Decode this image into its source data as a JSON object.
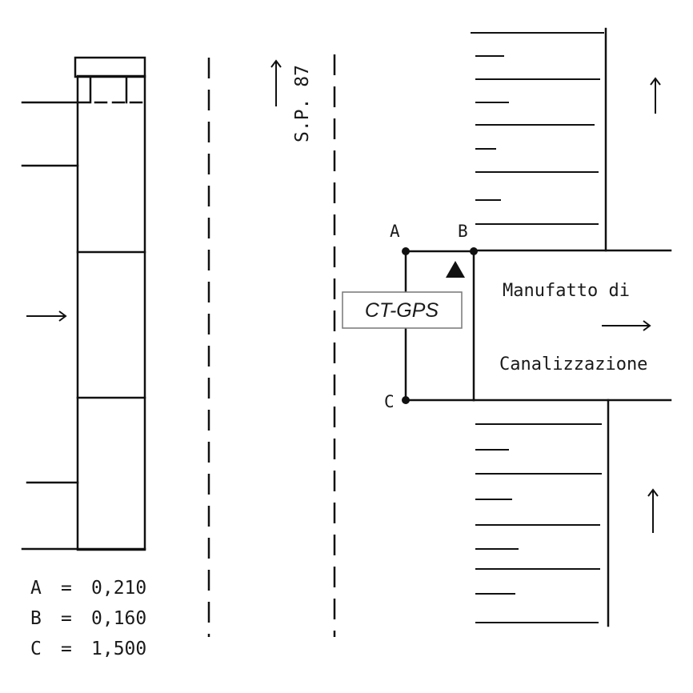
{
  "road_label": "S.P. 87",
  "structure_label_line1": "Manufatto di",
  "structure_label_line2": "Canalizzazione",
  "station_label": "CT-GPS",
  "points": {
    "a": "A",
    "b": "B",
    "c": "C"
  },
  "distances": [
    {
      "label": "A",
      "sign": "=",
      "value": "0,210"
    },
    {
      "label": "B",
      "sign": "=",
      "value": "0,160"
    },
    {
      "label": "C",
      "sign": "=",
      "value": "1,500"
    }
  ],
  "colors": {
    "ink": "#111111",
    "background": "#ffffff",
    "label_box_border": "#777777"
  },
  "icons": [
    "arrow-up-icon",
    "arrow-right-icon",
    "survey-triangle-icon"
  ]
}
